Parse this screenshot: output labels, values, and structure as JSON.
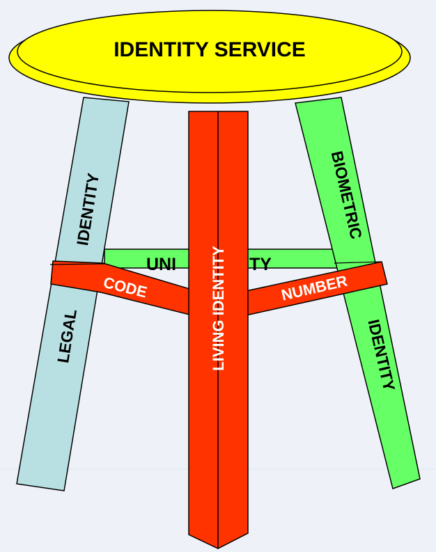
{
  "seat": {
    "label": "IDENTITY SERVICE"
  },
  "left_leg": {
    "top_label": "IDENTITY",
    "bottom_label": "LEGAL"
  },
  "right_leg": {
    "top_label": "BIOMETRIC",
    "bottom_label": "IDENTITY"
  },
  "center_leg": {
    "label": "LIVING IDENTITY"
  },
  "rung": {
    "label_left": "UNI",
    "label_right": "TY"
  },
  "brace": {
    "left_label": "CODE",
    "right_label": "NUMBER"
  },
  "colors": {
    "background": "#eef2f8",
    "seat": "#ffff00",
    "left_leg": "#b8e0e2",
    "right_leg": "#66ff66",
    "center_leg": "#ff3300",
    "rung": "#66ff66",
    "brace": "#ff3300",
    "outline": "#000000",
    "seat_text": "#000000",
    "leg_text": "#000000",
    "red_text": "#ffffff"
  }
}
